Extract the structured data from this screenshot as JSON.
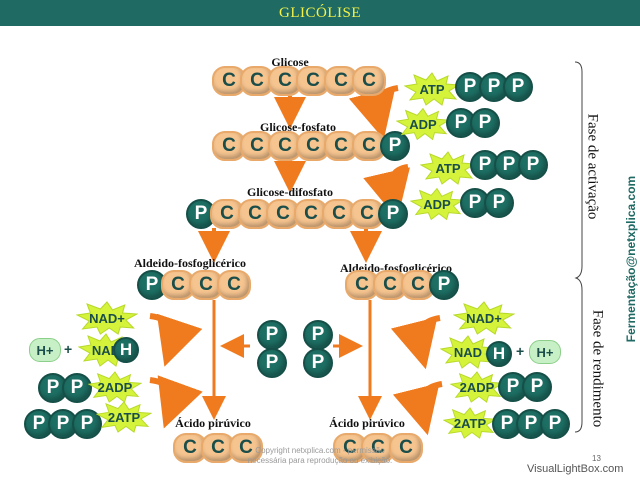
{
  "title": "GLICÓLISE",
  "molecules": {
    "glicose": "Glicose",
    "glicose_fosfato": "Glicose-fosfato",
    "glicose_difosfato": "Glicose-difosfato",
    "aldeido_left": "Aldeido-fosfoglicérico",
    "aldeido_right": "Aldeido-fosfoglicérico",
    "acido_left": "Ácido pirúvico",
    "acido_right": "Ácido pirúvico"
  },
  "beads": {
    "c": "C",
    "p": "P",
    "h": "H"
  },
  "chains": {
    "glicose": "CCCCCC",
    "glicose_fosfato": "CCCCCCP",
    "glicose_difosfato": "PCCCCCCP",
    "aldeido_left": "PCCC",
    "aldeido_right": "CCCP",
    "acido_left": "CCC",
    "acido_right": "CCC"
  },
  "cofactors": {
    "atp": "ATP",
    "adp": "ADP",
    "nad_plus": "NAD+",
    "nad": "NAD",
    "h_plus": "H+",
    "plus": "+",
    "two_adp": "2ADP",
    "two_atp": "2ATP"
  },
  "phases": {
    "activation": "Fase de activação",
    "yield": "Fase de rendimento"
  },
  "credit": "Fermentação@netxplica.com",
  "copyright": {
    "line1": "Copyright netxplica.com - permissão",
    "line2": "necessária para reprodução ou exibição."
  },
  "page_number": "13",
  "watermark": "VisualLightBox.com",
  "colors": {
    "banner": "#1f6a63",
    "banner_text": "#f4f24a",
    "carbon_bead": "#f6c48f",
    "phosphate_bead": "#1d6e63",
    "arrow": "#f07a1e",
    "star": "#d4f33a"
  }
}
